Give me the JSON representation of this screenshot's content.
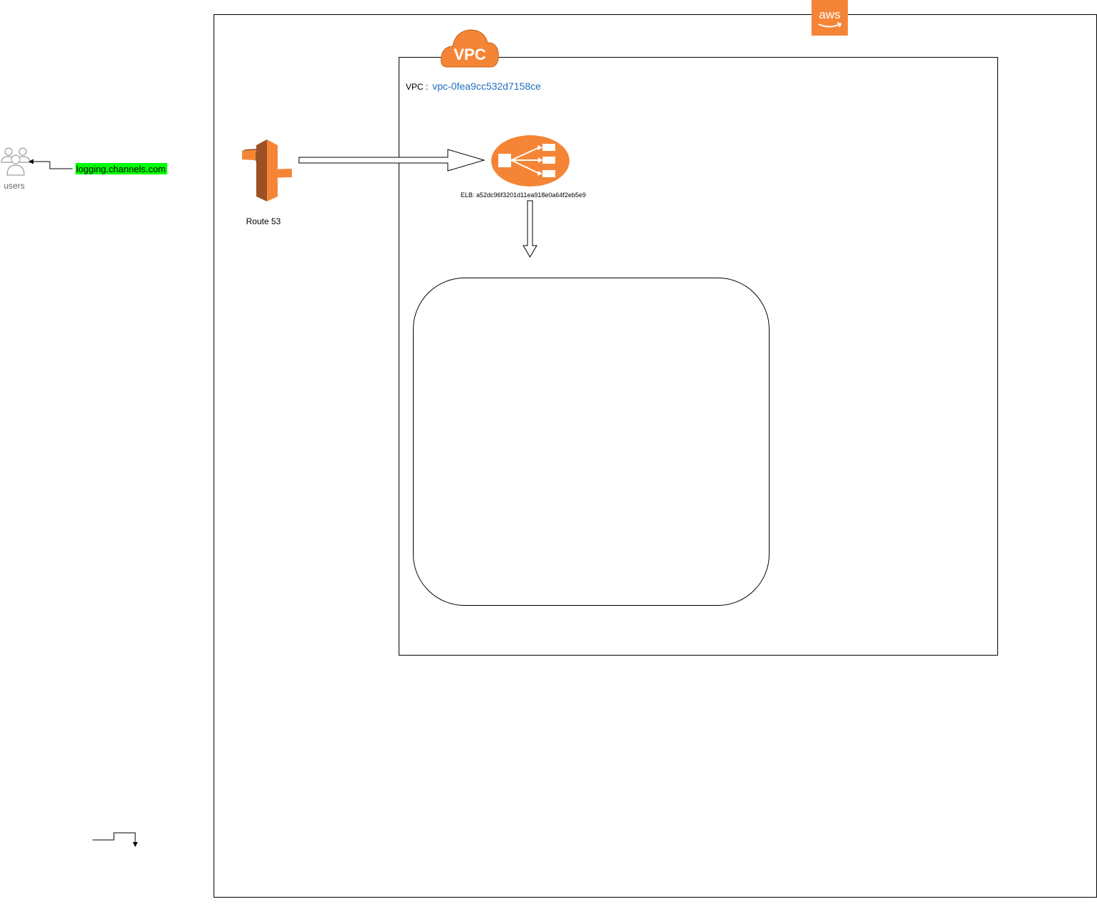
{
  "colors": {
    "aws_orange": "#F58536",
    "route53_orange": "#F58536",
    "route53_dark": "#9D5025",
    "vpc_link_blue": "#1E6FBF",
    "highlight_green": "#00FF00",
    "users_gray": "#9E9E9E",
    "line": "#000000"
  },
  "icons": {
    "aws_logo": "aws-logo-icon",
    "vpc_cloud": "vpc-cloud-icon",
    "route53": "route53-icon",
    "elb": "elb-load-balancer-icon",
    "users": "users-group-icon"
  },
  "aws_logo_text": "aws",
  "vpc_badge_text": "VPC",
  "vpc_label_prefix": "VPC :",
  "vpc_id": "vpc-0fea9cc532d7158ce",
  "users_label": "users",
  "domain_label": "logging.channels.com",
  "route53_label": "Route 53",
  "elb_label": "ELB: a52dc96f3201d11ea918e0a64f2eb5e9"
}
